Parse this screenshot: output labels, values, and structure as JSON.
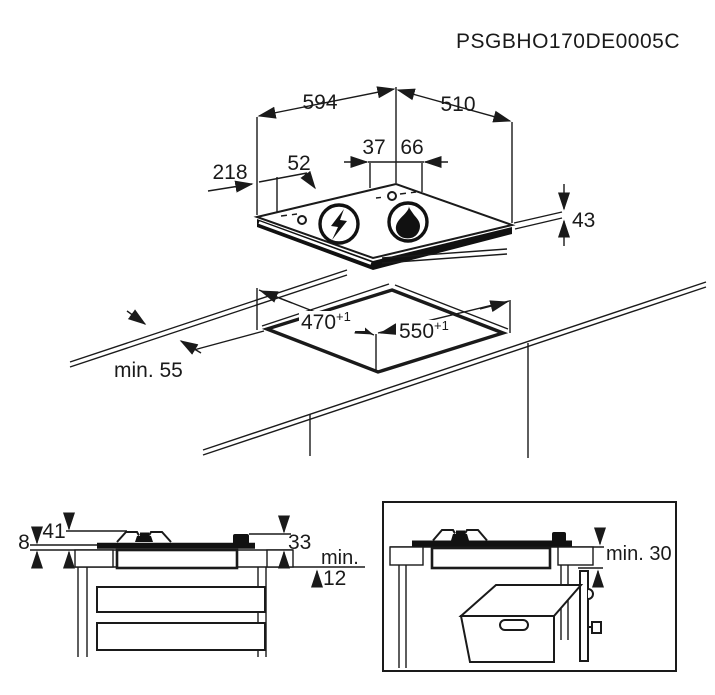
{
  "title": "PSGBHO170DE0005C",
  "hob_view": {
    "width": "594",
    "depth": "510",
    "hole_offset_left": "37",
    "hole_offset_right": "66",
    "connection_from_edge": "218",
    "connection_spacing": "52",
    "hob_height": "43",
    "icons": {
      "electric": "lightning-bolt-in-circle (electrical connection)",
      "gas": "flame-in-circle (gas connection)"
    }
  },
  "cutout_view": {
    "cutout_depth": "470",
    "cutout_depth_tolerance": "+1",
    "cutout_width": "550",
    "cutout_width_tolerance": "+1",
    "front_edge_clearance": "min. 55"
  },
  "cabinet_section_view": {
    "pan_support_height": "41",
    "glass_above_worktop": "8",
    "body_above_worktop": "33",
    "drawer_clearance_label": "min.",
    "drawer_clearance_value": "12"
  },
  "oven_section_view": {
    "oven_clearance": "min. 30"
  }
}
